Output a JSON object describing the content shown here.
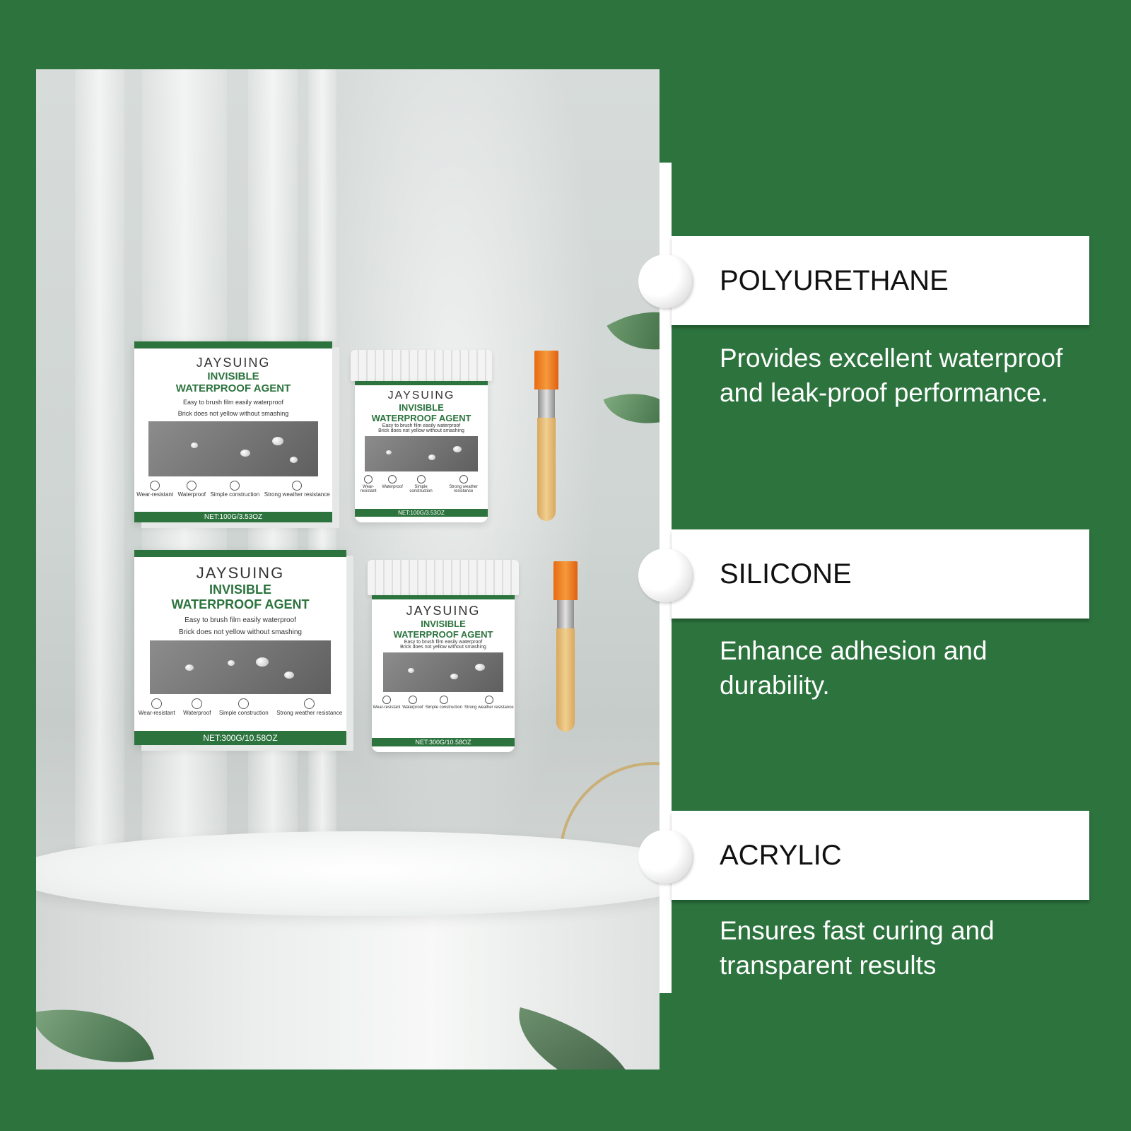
{
  "product": {
    "brand": "JAYSUING",
    "name_line1": "INVISIBLE",
    "name_line2": "WATERPROOF AGENT",
    "tagline_1": "Easy to brush film easily waterproof",
    "tagline_2": "Brick does not yellow without smashing",
    "features": [
      "Wear-resistant",
      "Waterproof",
      "Simple construction",
      "Strong weather resistance"
    ],
    "net_small": "NET:100G/3.53OZ",
    "net_large": "NET:300G/10.58OZ"
  },
  "features": [
    {
      "title": "POLYURETHANE",
      "description": "Provides excellent waterproof and leak-proof performance."
    },
    {
      "title": "SILICONE",
      "description": "Enhance adhesion and durability."
    },
    {
      "title": "ACRYLIC",
      "description": "Ensures fast curing and transparent results"
    }
  ],
  "colors": {
    "brand_green": "#2c733e",
    "white": "#ffffff",
    "brush_orange": "#f08a2a"
  }
}
